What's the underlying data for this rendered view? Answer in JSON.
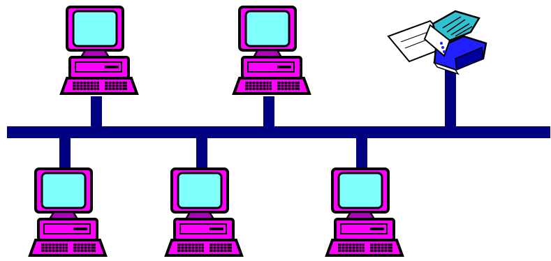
{
  "diagram": {
    "type": "bus-topology",
    "colors": {
      "background": "#ffffff",
      "bus": "#000080",
      "computer_body": "#ff00ff",
      "computer_shadow": "#b000c0",
      "screen": "#80ffff",
      "outline": "#000000",
      "printer_body": "#2020ff",
      "printer_top": "#30c0d0",
      "paper": "#ffffff"
    },
    "nodes": [
      {
        "kind": "computer",
        "icon": "computer-icon",
        "side": "top"
      },
      {
        "kind": "computer",
        "icon": "computer-icon",
        "side": "top"
      },
      {
        "kind": "printer",
        "icon": "printer-icon",
        "side": "top"
      },
      {
        "kind": "computer",
        "icon": "computer-icon",
        "side": "bottom"
      },
      {
        "kind": "computer",
        "icon": "computer-icon",
        "side": "bottom"
      },
      {
        "kind": "computer",
        "icon": "computer-icon",
        "side": "bottom"
      }
    ]
  }
}
